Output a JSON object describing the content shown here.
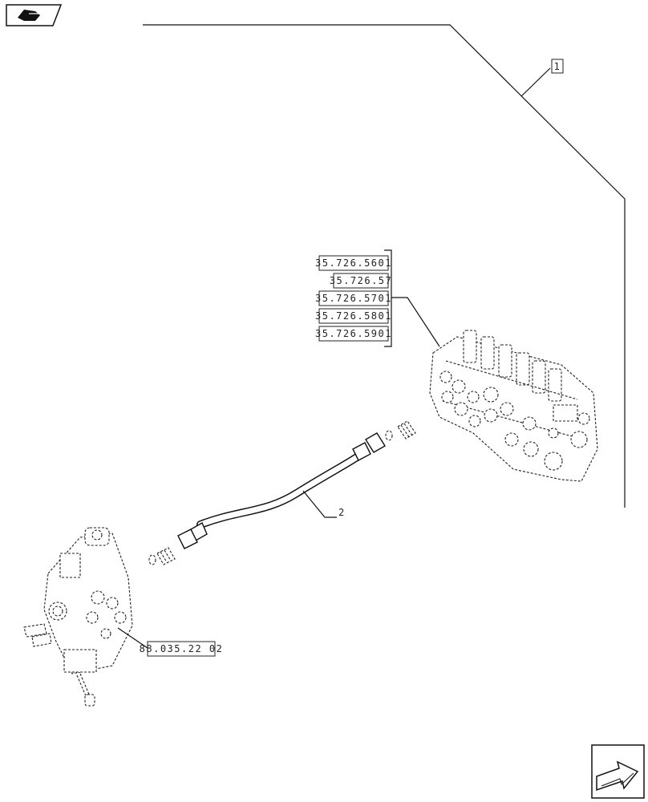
{
  "callouts": {
    "item1": "1",
    "item2": "2",
    "refs": [
      "35.726.5601",
      "35.726.57",
      "35.726.5701",
      "35.726.5801",
      "35.726.5901"
    ],
    "ref_valve": "88.035.22 02"
  },
  "icons": {
    "top_left": "book-pointer-icon",
    "bottom_right": "next-page-arrow-icon"
  }
}
